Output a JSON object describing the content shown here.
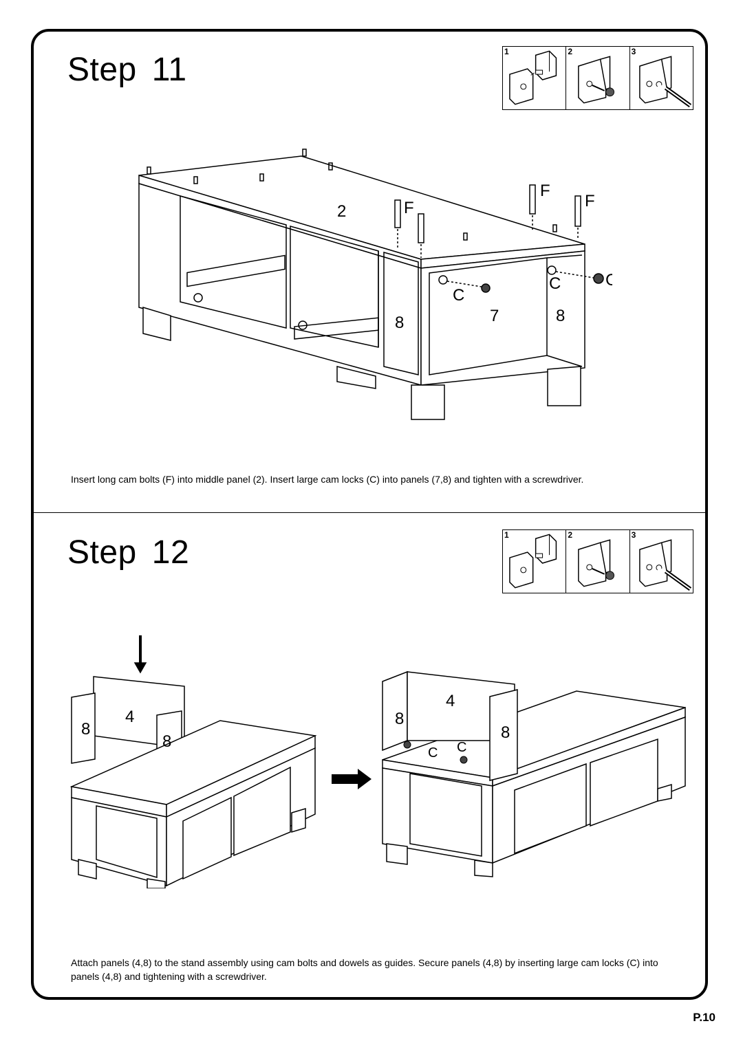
{
  "step11": {
    "title_word": "Step",
    "title_number": "11",
    "cell_numbers": [
      "1",
      "2",
      "3"
    ],
    "labels": {
      "two": "2",
      "f1": "F",
      "f2": "F",
      "f3": "F",
      "c1": "C",
      "c2": "C",
      "c3": "C",
      "eight1": "8",
      "seven": "7",
      "eight2": "8"
    },
    "caption": "Insert long cam bolts (F) into middle panel (2). Insert large cam locks (C) into panels (7,8) and tighten with a screwdriver."
  },
  "step12": {
    "title_word": "Step",
    "title_number": "12",
    "cell_numbers": [
      "1",
      "2",
      "3"
    ],
    "labels": {
      "eightL": "8",
      "fourL": "4",
      "eightR": "8",
      "eightA": "8",
      "fourA": "4",
      "eightB": "8",
      "cA": "C",
      "cB": "C"
    },
    "caption": "Attach panels (4,8) to the stand assembly using cam bolts and dowels as guides. Secure panels (4,8) by inserting large cam locks (C) into panels (4,8) and tightening with a screwdriver."
  },
  "page_number": "P.10"
}
